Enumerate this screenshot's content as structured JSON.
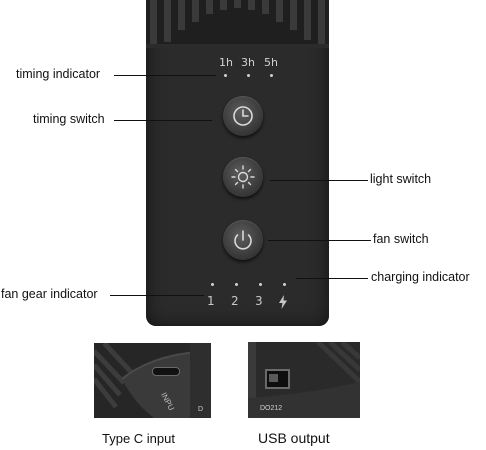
{
  "device": {
    "timer_labels": [
      "1h",
      "3h",
      "5h"
    ],
    "gear_labels": [
      "1",
      "2",
      "3"
    ],
    "charge_icon": "lightning-icon",
    "buttons": [
      "clock-icon",
      "sun-icon",
      "power-icon"
    ],
    "panel_color": "#2b2b2b"
  },
  "callouts": {
    "timing_indicator": "timing indicator",
    "timing_switch": "timing switch",
    "light_switch": "light switch",
    "fan_switch": "fan switch",
    "charging_indicator": "charging indicator",
    "fan_gear_indicator": "fan gear indicator"
  },
  "photos": {
    "left": {
      "caption": "Type C input",
      "engraving": "INPU",
      "model": "D",
      "icon": "usb-c-port-icon"
    },
    "right": {
      "caption": "USB output",
      "model": "DO212",
      "icon": "usb-a-port-icon"
    }
  }
}
